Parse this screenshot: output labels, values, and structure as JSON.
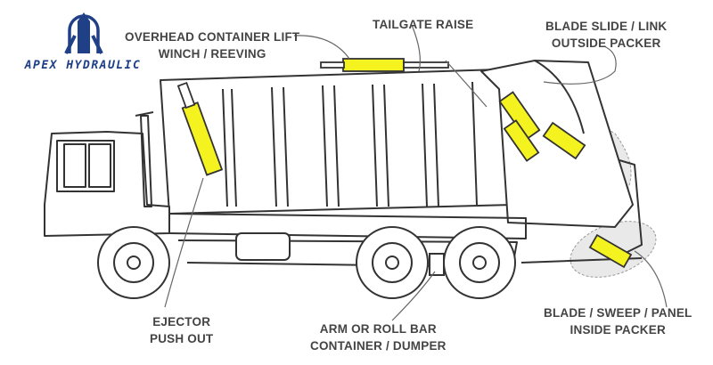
{
  "brand": {
    "name": "APEX HYDRAULIC",
    "logo_color": "#1f3f87"
  },
  "labels": {
    "overhead_lift": {
      "line1": "OVERHEAD CONTAINER LIFT",
      "line2": "WINCH / REEVING"
    },
    "tailgate": {
      "line1": "TAILGATE RAISE"
    },
    "blade_slide": {
      "line1": "BLADE SLIDE / LINK",
      "line2": "OUTSIDE PACKER"
    },
    "ejector": {
      "line1": "EJECTOR",
      "line2": "PUSH OUT"
    },
    "arm": {
      "line1": "ARM OR ROLL BAR",
      "line2": "CONTAINER / DUMPER"
    },
    "blade_sweep": {
      "line1": "BLADE / SWEEP / PANEL",
      "line2": "INSIDE PACKER"
    }
  },
  "colors": {
    "cylinder": "#f4f21f",
    "outline": "#333333",
    "highlight": "#e6e6e6",
    "label": "#444444"
  }
}
